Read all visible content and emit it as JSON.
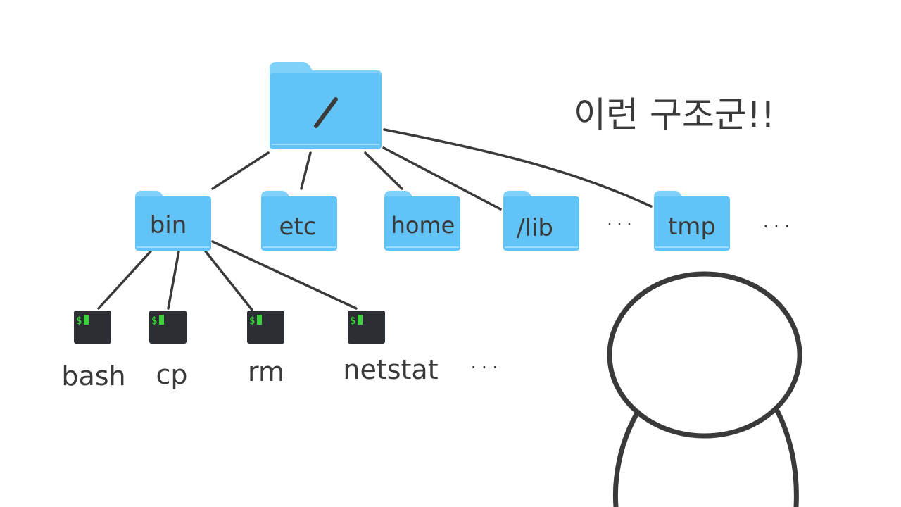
{
  "root": {
    "label": "/"
  },
  "folders": [
    {
      "id": "bin",
      "label": "bin"
    },
    {
      "id": "etc",
      "label": "etc"
    },
    {
      "id": "home",
      "label": "home"
    },
    {
      "id": "lib",
      "label": "/lib"
    },
    {
      "id": "tmp",
      "label": "tmp"
    }
  ],
  "folder_ellipsis_1": "· · ·",
  "folder_ellipsis_2": "· · ·",
  "executables": [
    {
      "id": "bash",
      "label": "bash",
      "prompt": "$"
    },
    {
      "id": "cp",
      "label": "cp",
      "prompt": "$"
    },
    {
      "id": "rm",
      "label": "rm",
      "prompt": "$"
    },
    {
      "id": "netstat",
      "label": "netstat",
      "prompt": "$"
    }
  ],
  "exec_ellipsis": "· · ·",
  "exclamation": "이런 구조군!!",
  "colors": {
    "folder_body": "#62c3f7",
    "folder_tab": "#7fd0fb",
    "line": "#3a3a3a",
    "terminal_bg": "#2b2f33",
    "terminal_prompt": "#3dd13d"
  }
}
